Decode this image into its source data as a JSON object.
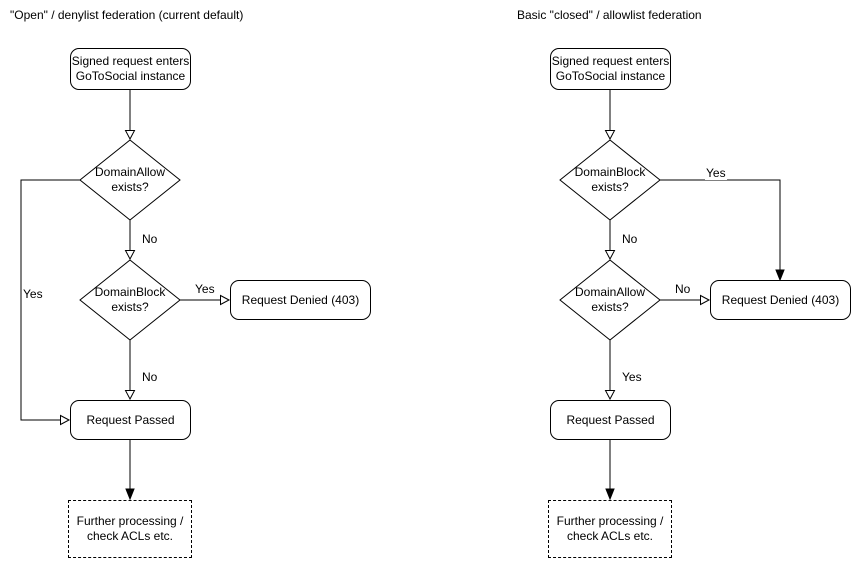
{
  "colors": {
    "stroke": "#000000",
    "background": "#ffffff",
    "text": "#000000"
  },
  "left": {
    "title": "\"Open\" / denylist federation (current default)",
    "nodes": {
      "start": "Signed request enters\nGoToSocial instance",
      "decision1": "DomainAllow\nexists?",
      "decision2": "DomainBlock\nexists?",
      "denied": "Request Denied (403)",
      "passed": "Request Passed",
      "further": "Further processing /\ncheck ACLs etc."
    },
    "edge_labels": {
      "decision1_no": "No",
      "decision1_yes": "Yes",
      "decision2_yes": "Yes",
      "decision2_no": "No"
    }
  },
  "right": {
    "title": "Basic \"closed\" / allowlist federation",
    "nodes": {
      "start": "Signed request enters\nGoToSocial instance",
      "decision1": "DomainBlock\nexists?",
      "decision2": "DomainAllow\nexists?",
      "denied": "Request Denied (403)",
      "passed": "Request Passed",
      "further": "Further processing /\ncheck ACLs etc."
    },
    "edge_labels": {
      "decision1_yes": "Yes",
      "decision1_no": "No",
      "decision2_no": "No",
      "decision2_yes": "Yes"
    }
  }
}
